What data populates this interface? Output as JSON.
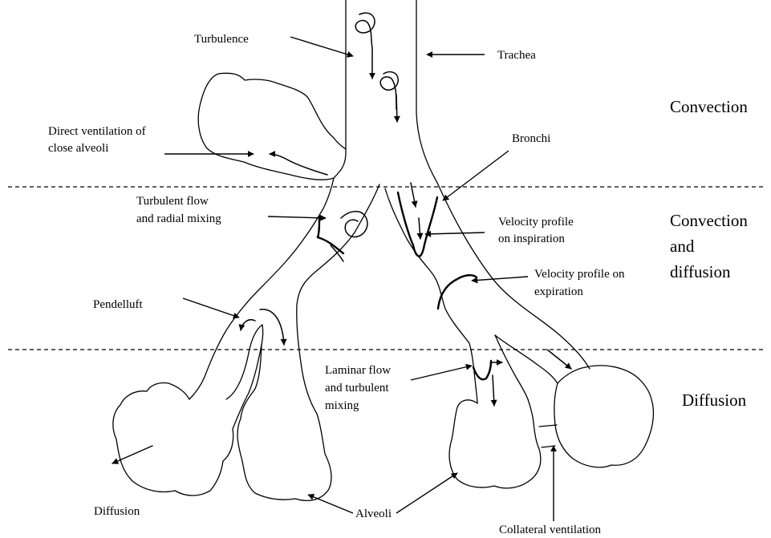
{
  "zones": {
    "convection": "Convection",
    "convection_diffusion": [
      "Convection",
      "and",
      "diffusion"
    ],
    "diffusion": "Diffusion"
  },
  "labels": {
    "turbulence": "Turbulence",
    "trachea": "Trachea",
    "direct_ventilation": [
      "Direct ventilation of",
      "close alveoli"
    ],
    "bronchi": "Bronchi",
    "turbulent_flow": [
      "Turbulent flow",
      "and radial mixing"
    ],
    "velocity_inspiration": [
      "Velocity profile",
      "on inspiration"
    ],
    "velocity_expiration": [
      "Velocity profile on",
      "expiration"
    ],
    "pendelluft": "Pendelluft",
    "laminar_flow": [
      "Laminar flow",
      "and turbulent",
      "mixing"
    ],
    "diffusion": "Diffusion",
    "alveoli": "Alveoli",
    "collateral_ventilation": "Collateral ventilation"
  }
}
